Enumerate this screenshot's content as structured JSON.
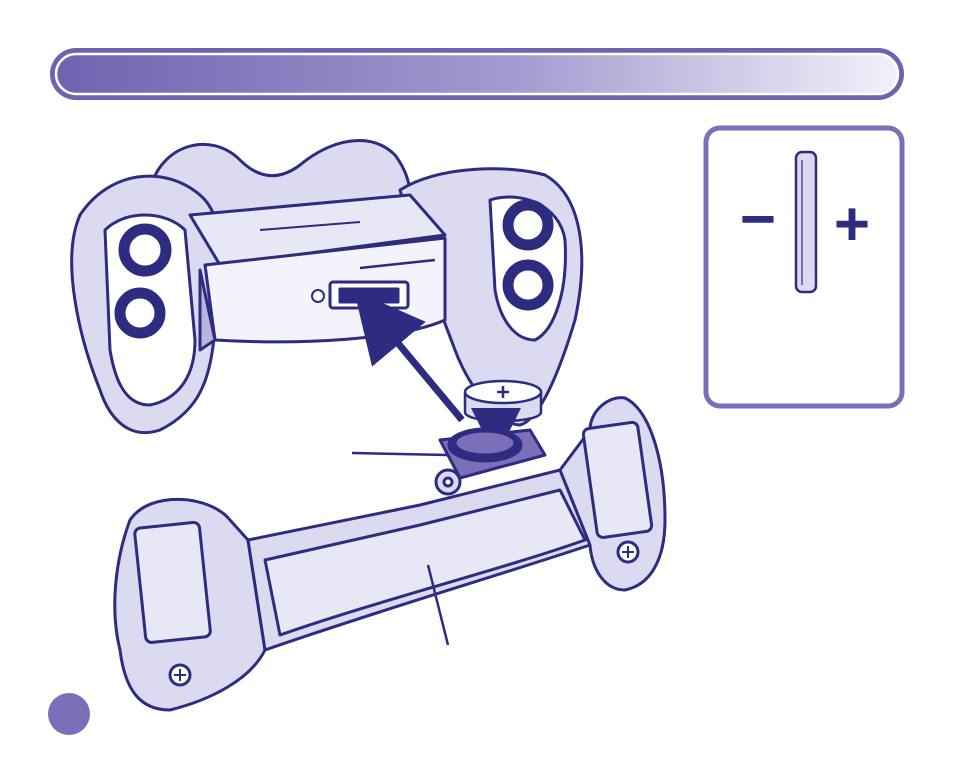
{
  "page": {
    "header_banner_text": "",
    "page_number": ""
  },
  "battery_polarity": {
    "minus_symbol": "−",
    "plus_symbol": "+"
  },
  "diagram": {
    "parts": [
      "controller-body",
      "battery-slot",
      "battery-tray",
      "coin-cell-battery",
      "handle-bar"
    ],
    "callouts": [
      "battery-tray-callout",
      "handle-bar-callout"
    ]
  },
  "colors": {
    "outline": "#2e2c80",
    "fill_light": "#dcdaf0",
    "fill_mid": "#b9b5de",
    "accent": "#7a6fb8",
    "banner_start": "#6f63b0",
    "banner_end": "#f2f1fa"
  }
}
